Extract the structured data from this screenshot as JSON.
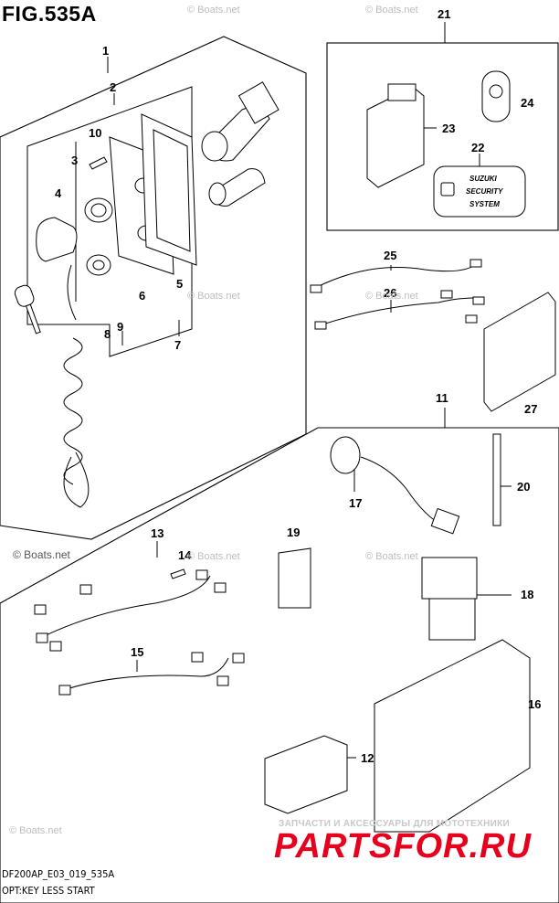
{
  "figure": {
    "title": "FIG.535A",
    "code": "DF200AP_E03_019_535A",
    "caption": "OPT:KEY LESS START"
  },
  "watermarks": {
    "primary": "© Boats.net",
    "repeat": "© Boats.net"
  },
  "branding": {
    "tagline": "ЗАПЧАСТИ И АКСЕССУАРЫ ДЛЯ МОТОТЕХНИКИ",
    "site": "PARTSFOR.RU"
  },
  "security_label": {
    "line1": "SUZUKI",
    "line2": "SECURITY",
    "line3": "SYSTEM"
  },
  "callouts": [
    {
      "id": "c1",
      "label": "1"
    },
    {
      "id": "c2",
      "label": "2"
    },
    {
      "id": "c3",
      "label": "3"
    },
    {
      "id": "c4",
      "label": "4"
    },
    {
      "id": "c5",
      "label": "5"
    },
    {
      "id": "c6",
      "label": "6"
    },
    {
      "id": "c7",
      "label": "7"
    },
    {
      "id": "c8",
      "label": "8"
    },
    {
      "id": "c9",
      "label": "9"
    },
    {
      "id": "c10",
      "label": "10"
    },
    {
      "id": "c11",
      "label": "11"
    },
    {
      "id": "c12",
      "label": "12"
    },
    {
      "id": "c13",
      "label": "13"
    },
    {
      "id": "c14",
      "label": "14"
    },
    {
      "id": "c15",
      "label": "15"
    },
    {
      "id": "c16",
      "label": "16"
    },
    {
      "id": "c17",
      "label": "17"
    },
    {
      "id": "c18",
      "label": "18"
    },
    {
      "id": "c19",
      "label": "19"
    },
    {
      "id": "c20",
      "label": "20"
    },
    {
      "id": "c21",
      "label": "21"
    },
    {
      "id": "c22",
      "label": "22"
    },
    {
      "id": "c23",
      "label": "23"
    },
    {
      "id": "c24",
      "label": "24"
    },
    {
      "id": "c25",
      "label": "25"
    },
    {
      "id": "c26",
      "label": "26"
    },
    {
      "id": "c27",
      "label": "27"
    }
  ]
}
